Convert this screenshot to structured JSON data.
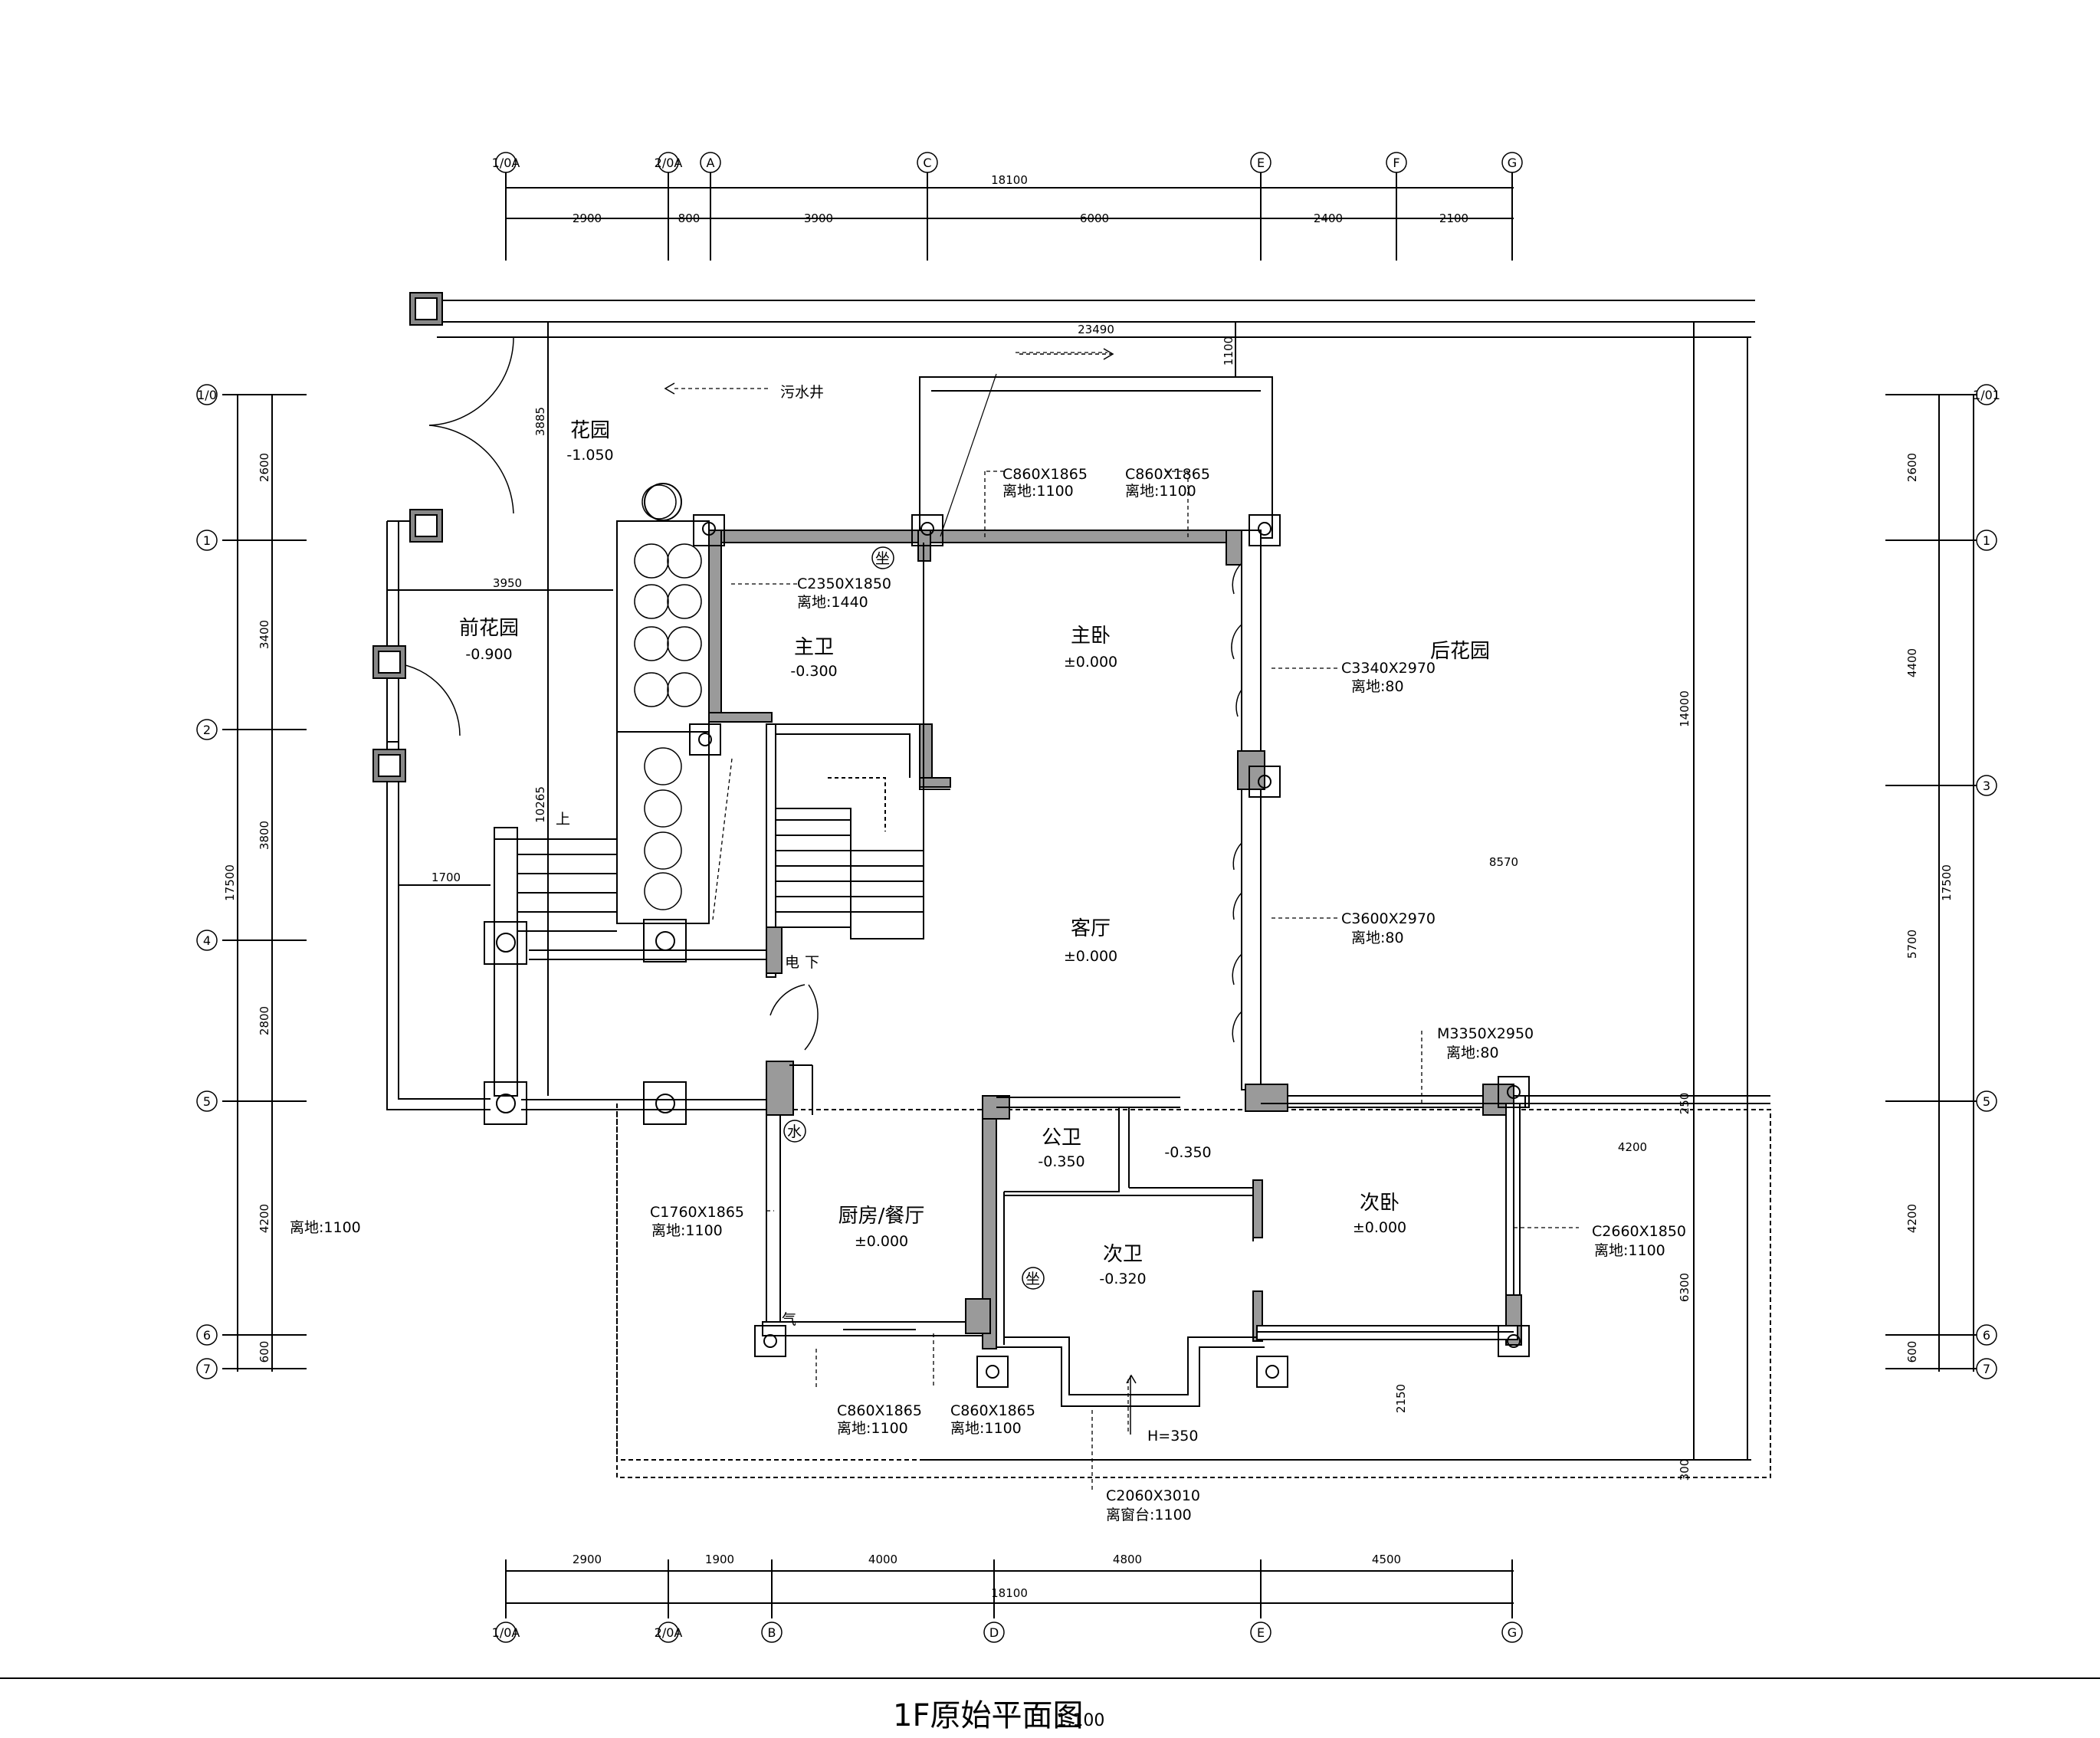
{
  "axes": {
    "top": [
      "1/0A",
      "2/0A",
      "A",
      "C",
      "E",
      "F",
      "G"
    ],
    "bottom": [
      "1/0A",
      "2/0A",
      "B",
      "D",
      "E",
      "G"
    ],
    "left": [
      "1/0",
      "1",
      "2",
      "4",
      "5",
      "6",
      "7"
    ],
    "right": [
      "1/01",
      "1",
      "3",
      "5",
      "6",
      "7"
    ]
  },
  "dims": {
    "top_total": "18100",
    "top_segments": [
      "2900",
      "800",
      "3900",
      "6000",
      "2400",
      "2100"
    ],
    "bottom_segments": [
      "2900",
      "1900",
      "4000",
      "4800",
      "4500"
    ],
    "bottom_total": "18100",
    "left_segments": [
      "2600",
      "3400",
      "3800",
      "2800",
      "4200",
      "600"
    ],
    "left_total": "17500",
    "right_segments": [
      "2600",
      "4400",
      "5700",
      "4200",
      "600"
    ],
    "right_total": "17500",
    "overall_width": "23490",
    "d_1100": "1100",
    "d_3885": "3885",
    "d_10265": "10265",
    "d_3950": "3950",
    "d_1700": "1700",
    "d_14000": "14000",
    "d_8570": "8570",
    "d_4200": "4200",
    "d_250": "250",
    "d_6300": "6300",
    "d_2150": "2150",
    "d_300": "300"
  },
  "rooms": [
    {
      "name": "花园",
      "level": "-1.050"
    },
    {
      "name": "前花园",
      "level": "-0.900"
    },
    {
      "name": "主卫",
      "level": "-0.300"
    },
    {
      "name": "主卧",
      "level": "±0.000"
    },
    {
      "name": "后花园",
      "level": ""
    },
    {
      "name": "客厅",
      "level": "±0.000"
    },
    {
      "name": "公卫",
      "level": "-0.350"
    },
    {
      "name": "",
      "level": "-0.350"
    },
    {
      "name": "次卧",
      "level": "±0.000"
    },
    {
      "name": "厨房/餐厅",
      "level": "±0.000"
    },
    {
      "name": "次卫",
      "level": "-0.320"
    }
  ],
  "labels": {
    "sewer": "污水井",
    "w1a": "C860X1865",
    "w1b": "离地:1100",
    "w2a": "C860X1865",
    "w2b": "离地:1100",
    "w3a": "C2350X1850",
    "w3b": "离地:1440",
    "w4a": "C3340X2970",
    "w4b": "离地:80",
    "w5a": "C3600X2970",
    "w5b": "离地:80",
    "w6a": "M3350X2950",
    "w6b": "离地:80",
    "w7a": "C1760X1865",
    "w7b": "离地:1100",
    "w8a": "C2660X1850",
    "w8b": "离地:1100",
    "w9a": "C860X1865",
    "w9b": "离地:1100",
    "w10a": "C860X1865",
    "w10b": "离地:1100",
    "w11a": "C2060X3010",
    "w11b": "离窗台:1100",
    "h350": "H=350",
    "left_note": "离地:1100",
    "up": "上",
    "down": "下",
    "elec": "电",
    "water": "水",
    "gas": "气",
    "toilet": "坐"
  },
  "title": {
    "main": "1F原始平面图",
    "scale": "1:100"
  }
}
